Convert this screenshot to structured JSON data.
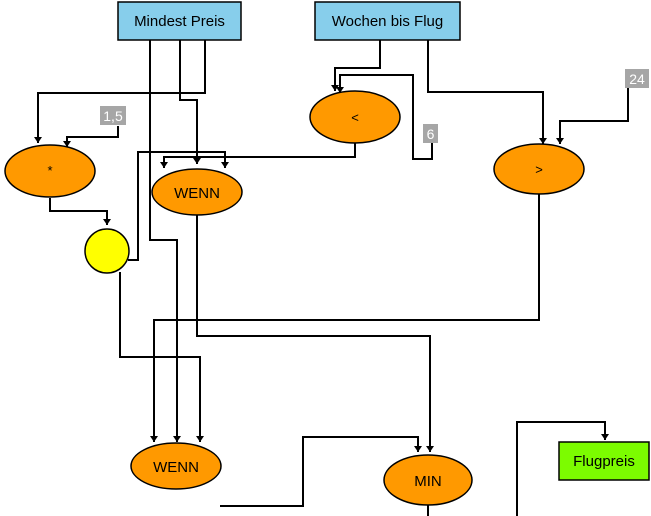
{
  "inputs": {
    "mindest_preis": "Mindest Preis",
    "wochen_bis_flug": "Wochen bis Flug"
  },
  "output": {
    "flugpreis": "Flugpreis"
  },
  "constants": {
    "factor": "1,5",
    "weeks_threshold_low": "6",
    "weeks_threshold_high": "24"
  },
  "operators": {
    "multiply": "*",
    "less_than": "<",
    "greater_than": ">",
    "wenn_top": "WENN",
    "wenn_bottom": "WENN",
    "min": "MIN"
  },
  "colors": {
    "input_fill": "#87CEEB",
    "output_fill": "#7CFC00",
    "operator_fill": "#FF9900",
    "junction_fill": "#FFFF00",
    "constant_fill": "#A6A6A6",
    "wire": "#000000"
  }
}
